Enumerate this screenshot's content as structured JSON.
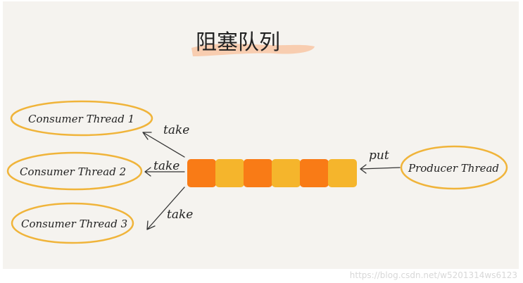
{
  "title": "阻塞队列",
  "consumers": [
    {
      "label": "Consumer Thread 1",
      "action": "take"
    },
    {
      "label": "Consumer Thread 2",
      "action": "take"
    },
    {
      "label": "Consumer Thread 3",
      "action": "take"
    }
  ],
  "producer": {
    "label": "Producer Thread",
    "action": "put"
  },
  "queue": {
    "slots": 6,
    "colors": [
      "#f97b16",
      "#f5b52c",
      "#f97b16",
      "#f5b52c",
      "#f97b16",
      "#f5b52c"
    ]
  },
  "colors": {
    "ellipse_stroke": "#f0b43a",
    "title_highlight": "#f8c9a8",
    "arrow": "#333333"
  },
  "watermark": "https://blog.csdn.net/w5201314ws6123"
}
